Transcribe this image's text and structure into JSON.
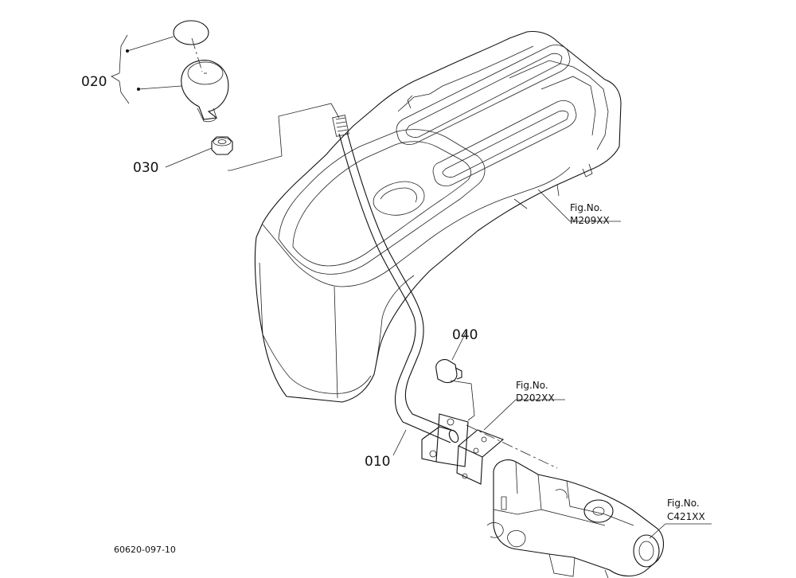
{
  "parts": {
    "p020": "020",
    "p030": "030",
    "p040": "040",
    "p010": "010"
  },
  "refs": {
    "m209": {
      "label": "Fig.No.",
      "code": "M209XX"
    },
    "d202": {
      "label": "Fig.No.",
      "code": "D202XX"
    },
    "c421": {
      "label": "Fig.No.",
      "code": "C421XX"
    }
  },
  "drawing_code": "60620-097-10"
}
